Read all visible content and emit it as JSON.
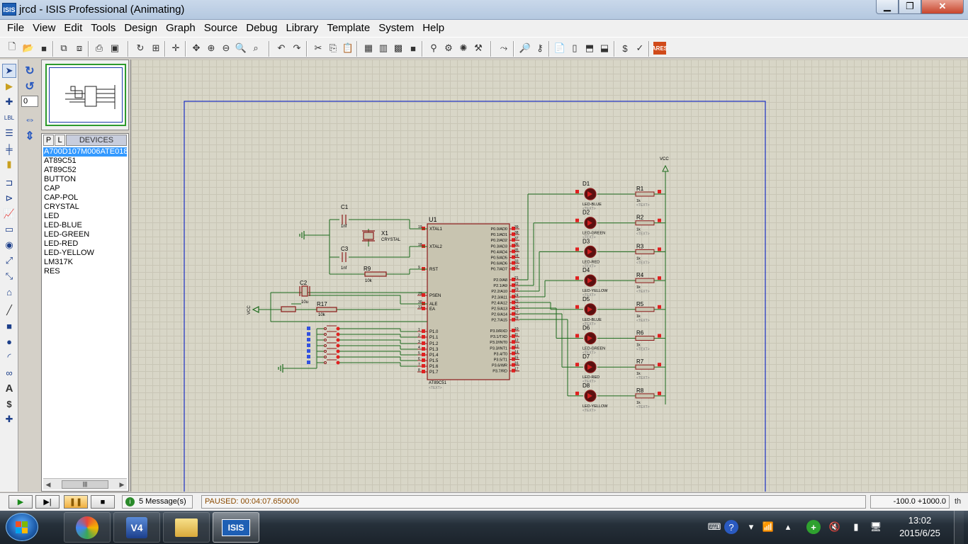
{
  "window": {
    "title": "jrcd - ISIS Professional (Animating)",
    "app_icon_text": "ISIS",
    "minimize_glyph": "▁",
    "maximize_glyph": "❐",
    "close_glyph": "✕"
  },
  "menu": [
    "File",
    "View",
    "Edit",
    "Tools",
    "Design",
    "Graph",
    "Source",
    "Debug",
    "Library",
    "Template",
    "System",
    "Help"
  ],
  "rotation": {
    "value": "0"
  },
  "devices": {
    "tab_p": "P",
    "tab_l": "L",
    "header": "DEVICES",
    "items": [
      "A700D107M006ATE018",
      "AT89C51",
      "AT89C52",
      "BUTTON",
      "CAP",
      "CAP-POL",
      "CRYSTAL",
      "LED",
      "LED-BLUE",
      "LED-GREEN",
      "LED-RED",
      "LED-YELLOW",
      "LM317K",
      "RES"
    ],
    "selected_index": 0,
    "scroll_left": "◀",
    "scroll_right": "▶",
    "scroll_thumb": "|||"
  },
  "schematic": {
    "mcu": {
      "ref": "U1",
      "part": "AT89C51",
      "text": "<TEXT>",
      "left_pins": [
        {
          "num": "19",
          "name": "XTAL1"
        },
        {
          "num": "18",
          "name": "XTAL2"
        },
        {
          "num": "9",
          "name": "RST"
        },
        {
          "num": "29",
          "name": "PSEN"
        },
        {
          "num": "30",
          "name": "ALE"
        },
        {
          "num": "31",
          "name": "EA"
        },
        {
          "num": "1",
          "name": "P1.0"
        },
        {
          "num": "2",
          "name": "P1.1"
        },
        {
          "num": "3",
          "name": "P1.2"
        },
        {
          "num": "4",
          "name": "P1.3"
        },
        {
          "num": "5",
          "name": "P1.4"
        },
        {
          "num": "6",
          "name": "P1.5"
        },
        {
          "num": "7",
          "name": "P1.6"
        },
        {
          "num": "8",
          "name": "P1.7"
        }
      ],
      "right_pins": [
        {
          "num": "39",
          "name": "P0.0/AD0"
        },
        {
          "num": "38",
          "name": "P0.1/AD1"
        },
        {
          "num": "37",
          "name": "P0.2/AD2"
        },
        {
          "num": "36",
          "name": "P0.3/AD3"
        },
        {
          "num": "35",
          "name": "P0.4/AD4"
        },
        {
          "num": "34",
          "name": "P0.5/AD5"
        },
        {
          "num": "33",
          "name": "P0.6/AD6"
        },
        {
          "num": "32",
          "name": "P0.7/AD7"
        },
        {
          "num": "21",
          "name": "P2.0/A8"
        },
        {
          "num": "22",
          "name": "P2.1/A9"
        },
        {
          "num": "23",
          "name": "P2.2/A10"
        },
        {
          "num": "24",
          "name": "P2.3/A11"
        },
        {
          "num": "25",
          "name": "P2.4/A12"
        },
        {
          "num": "26",
          "name": "P2.5/A13"
        },
        {
          "num": "27",
          "name": "P2.6/A14"
        },
        {
          "num": "28",
          "name": "P2.7/A15"
        },
        {
          "num": "10",
          "name": "P3.0/RXD"
        },
        {
          "num": "11",
          "name": "P3.1/TXD"
        },
        {
          "num": "12",
          "name": "P3.2/INT0"
        },
        {
          "num": "13",
          "name": "P3.3/INT1"
        },
        {
          "num": "14",
          "name": "P3.4/T0"
        },
        {
          "num": "15",
          "name": "P3.5/T1"
        },
        {
          "num": "16",
          "name": "P3.6/WR"
        },
        {
          "num": "17",
          "name": "P3.7/RD"
        }
      ]
    },
    "leds": [
      {
        "ref": "D1",
        "part": "LED-BLUE",
        "res": "R1"
      },
      {
        "ref": "D2",
        "part": "LED-GREEN",
        "res": "R2"
      },
      {
        "ref": "D3",
        "part": "LED-RED",
        "res": "R3"
      },
      {
        "ref": "D4",
        "part": "LED-YELLOW",
        "res": "R4"
      },
      {
        "ref": "D5",
        "part": "LED-BLUE",
        "res": "R5"
      },
      {
        "ref": "D6",
        "part": "LED-GREEN",
        "res": "R6"
      },
      {
        "ref": "D7",
        "part": "LED-RED",
        "res": "R7"
      },
      {
        "ref": "D8",
        "part": "LED-YELLOW",
        "res": "R8"
      }
    ],
    "res_value": "1k",
    "text_tag": "<TEXT>",
    "vcc_label": "VCC",
    "c1": {
      "ref": "C1",
      "value": "1nf"
    },
    "c3": {
      "ref": "C3",
      "value": "1nf"
    },
    "c2": {
      "ref": "C2",
      "value": "10u"
    },
    "x1": {
      "ref": "X1",
      "part": "CRYSTAL"
    },
    "r9": {
      "ref": "R9",
      "value": "10k"
    },
    "r17": {
      "ref": "R17",
      "value": "10k"
    }
  },
  "status": {
    "messages": "5 Message(s)",
    "sim_status": "PAUSED: 00:04:07.650000",
    "coords": "-100.0   +1000.0",
    "units": "th"
  },
  "clock": {
    "time": "13:02",
    "date": "2015/6/25"
  },
  "colors": {
    "wire": "#1d6b1d",
    "sheet_border": "#1a2fc4",
    "component": "#8b1a1a",
    "pin_marker": "#e02020"
  }
}
